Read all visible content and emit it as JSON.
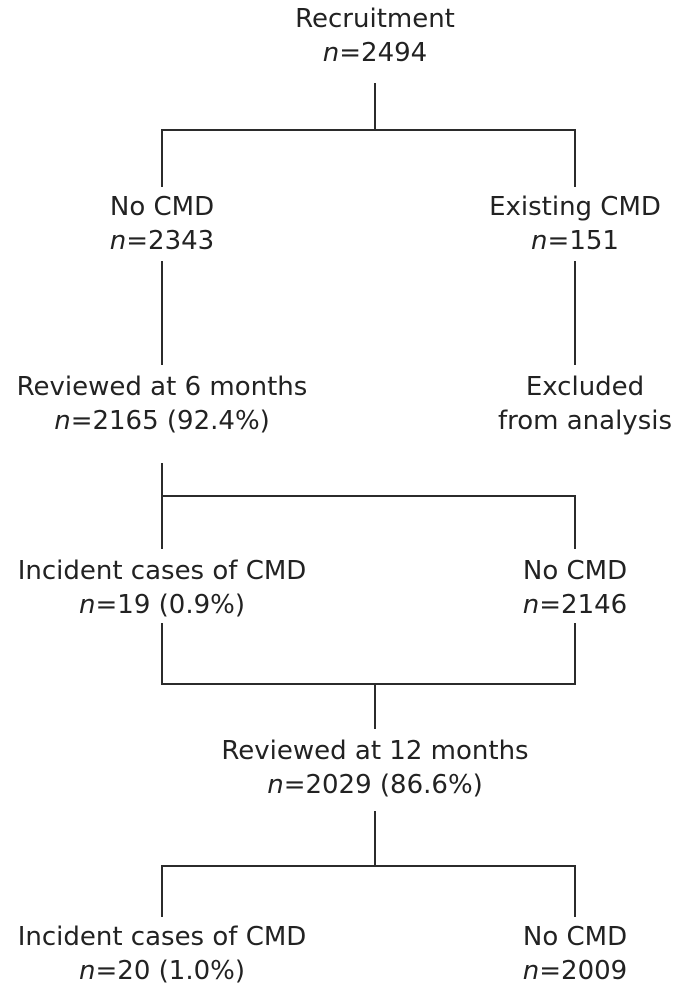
{
  "nodes": {
    "recruitment": {
      "label": "Recruitment",
      "n_prefix": "n",
      "n_rest": "=2494"
    },
    "no_cmd_1": {
      "label": "No CMD",
      "n_prefix": "n",
      "n_rest": "=2343"
    },
    "existing_cmd": {
      "label": "Existing CMD",
      "n_prefix": "n",
      "n_rest": "=151"
    },
    "reviewed_6": {
      "label": "Reviewed at 6 months",
      "n_prefix": "n",
      "n_rest": "=2165 (92.4%)"
    },
    "excluded": {
      "line1": "Excluded",
      "line2": "from analysis"
    },
    "incident_6": {
      "label": "Incident cases of CMD",
      "n_prefix": "n",
      "n_rest": "=19 (0.9%)"
    },
    "no_cmd_2": {
      "label": "No CMD",
      "n_prefix": "n",
      "n_rest": "=2146"
    },
    "reviewed_12": {
      "label": "Reviewed at 12 months",
      "n_prefix": "n",
      "n_rest": "=2029 (86.6%)"
    },
    "incident_12": {
      "label": "Incident cases of CMD",
      "n_prefix": "n",
      "n_rest": "=20 (1.0%)"
    },
    "no_cmd_3": {
      "label": "No CMD",
      "n_prefix": "n",
      "n_rest": "=2009"
    }
  }
}
